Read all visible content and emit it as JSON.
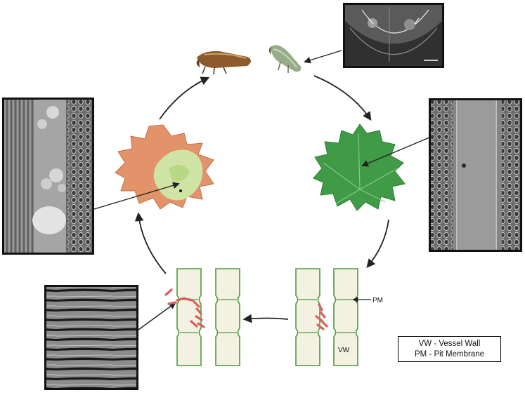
{
  "labels": {
    "pm_callout": "PM",
    "vw_callout": "VW"
  },
  "legend": {
    "line1": "VW - Vessel Wall",
    "line2": "PM - Pit Membrane"
  },
  "colors": {
    "vessel_fill": "#f3f1e2",
    "vessel_stroke": "#4f9a3c",
    "bacteria": "#d8605c",
    "healthy_leaf": "#3e9a45",
    "diseased_leaf_orange": "#e2936a",
    "diseased_leaf_green": "#cfe3a4",
    "arrow": "#222222",
    "micrograph_frame": "#111111"
  },
  "panels": [
    "insect-head-micrograph",
    "healthy-vessel-micrograph",
    "colonized-vessel-micrograph",
    "occluded-vessel-micrograph"
  ]
}
